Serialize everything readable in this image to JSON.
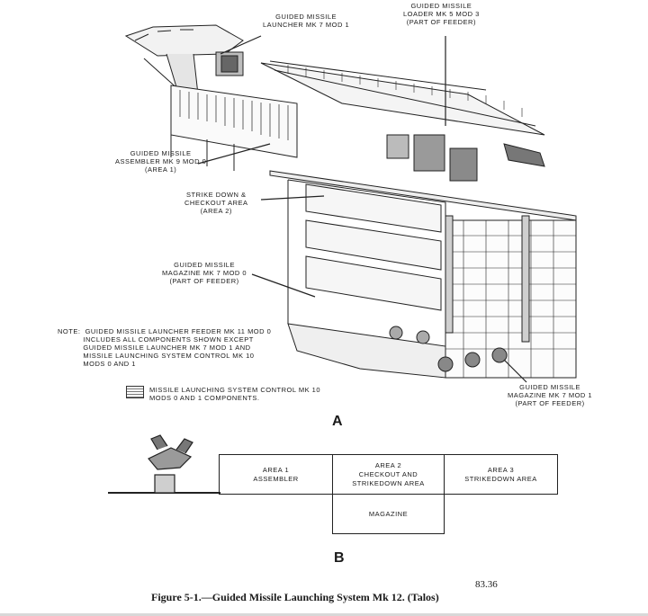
{
  "figure_a": {
    "letter": "A",
    "labels": {
      "launcher": "GUIDED MISSILE\nLAUNCHER MK 7 MOD 1",
      "loader": "GUIDED MISSILE\nLOADER MK 5 MOD 3\n(PART OF FEEDER)",
      "assembler": "GUIDED MISSILE\nASSEMBLER MK 9 MOD 0\n(AREA 1)",
      "strikedown": "STRIKE DOWN &\nCHECKOUT AREA\n(AREA 2)",
      "magazine_mod0": "GUIDED MISSILE\nMAGAZINE MK 7 MOD 0\n(PART OF FEEDER)",
      "magazine_mod1": "GUIDED MISSILE\nMAGAZINE MK 7 MOD 1\n(PART OF FEEDER)"
    },
    "note": "NOTE:  GUIDED MISSILE LAUNCHER FEEDER MK 11 MOD 0\n           INCLUDES ALL COMPONENTS SHOWN EXCEPT\n           GUIDED MISSILE LAUNCHER MK 7 MOD 1 AND\n           MISSILE LAUNCHING SYSTEM CONTROL MK 10\n           MODS 0 AND 1",
    "legend": "MISSILE LAUNCHING SYSTEM CONTROL MK 10\nMODS 0 AND 1 COMPONENTS."
  },
  "figure_b": {
    "letter": "B",
    "boxes": {
      "area1": "AREA 1\nASSEMBLER",
      "area2": "AREA 2\nCHECKOUT AND\nSTRIKEDOWN AREA",
      "area3": "AREA 3\nSTRIKEDOWN AREA",
      "magazine": "MAGAZINE"
    }
  },
  "reference_number": "83.36",
  "caption": "Figure 5-1.—Guided Missile Launching System Mk 12. (Talos)"
}
